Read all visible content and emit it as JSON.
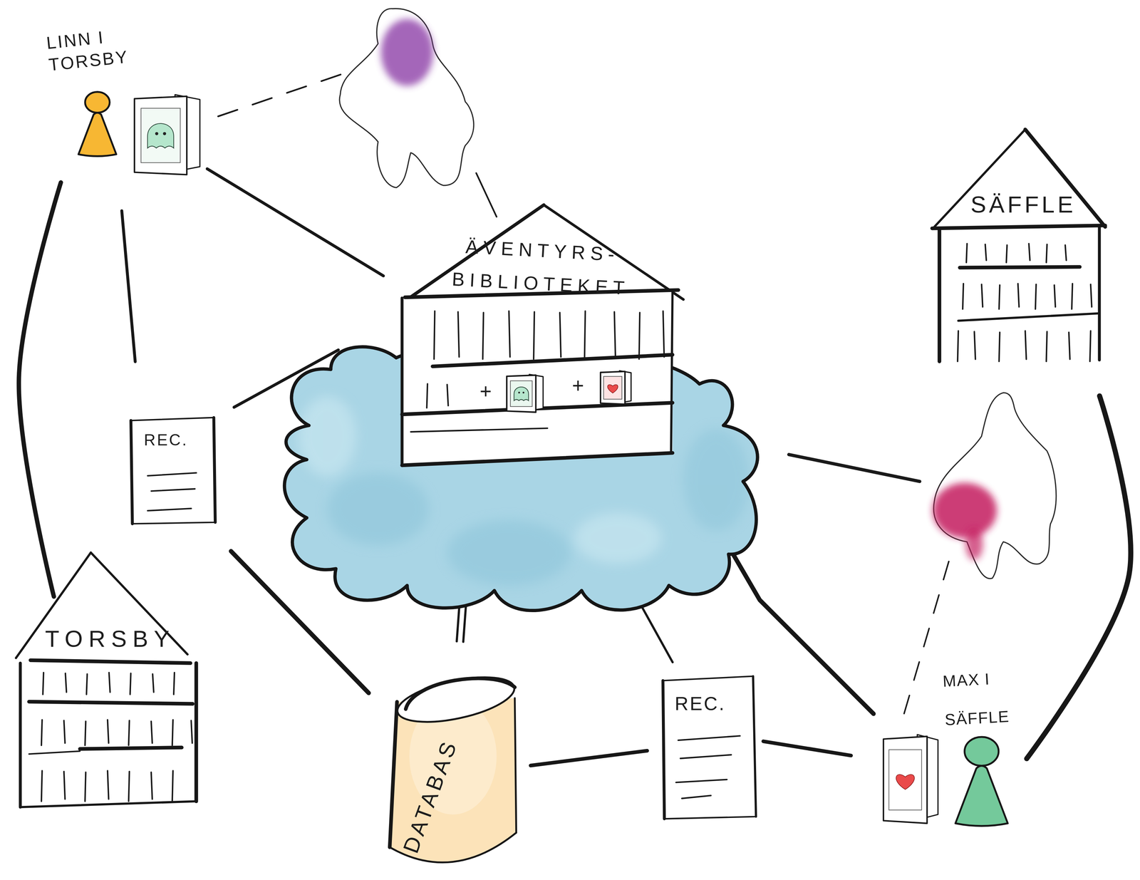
{
  "diagram": {
    "nodes": [
      {
        "text": [
          "LINN I TORSBY"
        ]
      },
      {
        "text": [
          "ÄVENTYRS- BIBLIOTEKET"
        ]
      },
      {
        "text": [
          "SÄFFLE"
        ]
      },
      {
        "text": [
          "REC."
        ]
      },
      {
        "text": [
          "TORSBY"
        ]
      },
      {
        "text": [
          "DATABAS"
        ]
      },
      {
        "text": [
          "REC."
        ]
      },
      {
        "text": [
          "MAX I SÄFFLE"
        ]
      }
    ],
    "edges": [
      {
        "from": 0,
        "to": 4,
        "arrow": "none"
      },
      {
        "from": 0,
        "to": 3,
        "arrow": "none"
      },
      {
        "from": 0,
        "to": 1,
        "arrow": "none"
      },
      {
        "from": 3,
        "to": 1,
        "arrow": "none"
      },
      {
        "from": 3,
        "to": 5,
        "arrow": "none"
      },
      {
        "from": 1,
        "to": 5,
        "arrow": "none"
      },
      {
        "from": 1,
        "to": 6,
        "arrow": "none"
      },
      {
        "from": 5,
        "to": 6,
        "arrow": "none"
      },
      {
        "from": 6,
        "to": 7,
        "arrow": "none"
      },
      {
        "from": 1,
        "to": 7,
        "arrow": "none"
      },
      {
        "from": 2,
        "to": 7,
        "arrow": "none"
      }
    ],
    "labels": [
      "+",
      "+"
    ]
  }
}
